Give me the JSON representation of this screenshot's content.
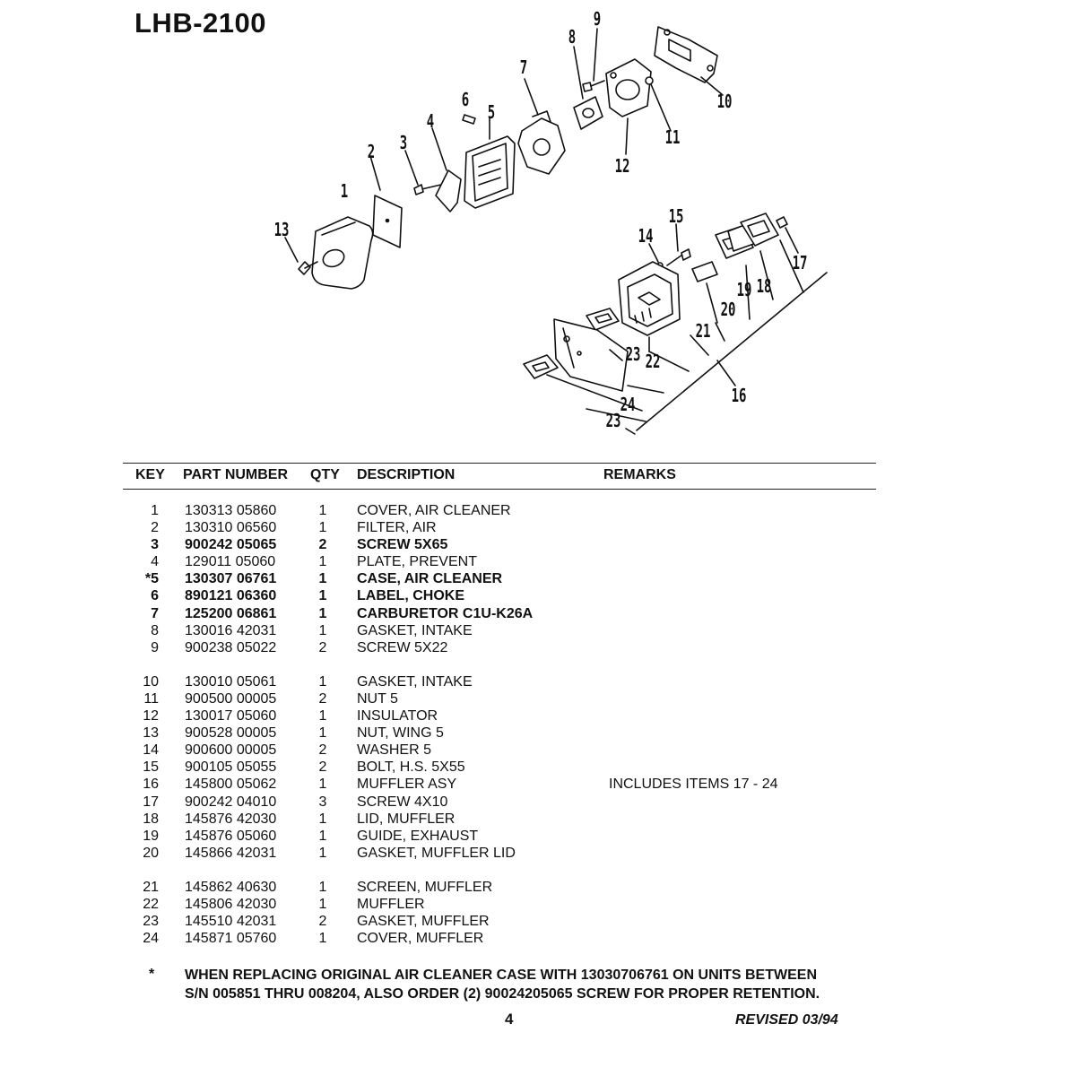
{
  "title": "LHB-2100",
  "diagram": {
    "callouts": [
      "1",
      "2",
      "3",
      "4",
      "5",
      "6",
      "7",
      "8",
      "9",
      "10",
      "11",
      "12",
      "13",
      "14",
      "15",
      "16",
      "17",
      "18",
      "19",
      "20",
      "21",
      "22",
      "23",
      "24",
      "23"
    ]
  },
  "table": {
    "headers": {
      "key": "KEY",
      "part_number": "PART NUMBER",
      "qty": "QTY",
      "description": "DESCRIPTION",
      "remarks": "REMARKS"
    },
    "rows": [
      {
        "key": "1",
        "part": "130313 05860",
        "qty": "1",
        "desc": "COVER, AIR CLEANER",
        "remarks": ""
      },
      {
        "key": "2",
        "part": "130310 06560",
        "qty": "1",
        "desc": "FILTER, AIR",
        "remarks": ""
      },
      {
        "key": "3",
        "part": "900242 05065",
        "qty": "2",
        "desc": "SCREW  5X65",
        "remarks": ""
      },
      {
        "key": "4",
        "part": "129011 05060",
        "qty": "1",
        "desc": "PLATE, PREVENT",
        "remarks": ""
      },
      {
        "key": "*5",
        "part": "130307 06761",
        "qty": "1",
        "desc": "CASE, AIR CLEANER",
        "remarks": ""
      },
      {
        "key": "6",
        "part": "890121 06360",
        "qty": "1",
        "desc": "LABEL, CHOKE",
        "remarks": ""
      },
      {
        "key": "7",
        "part": "125200 06861",
        "qty": "1",
        "desc": "CARBURETOR  C1U-K26A",
        "remarks": ""
      },
      {
        "key": "8",
        "part": "130016 42031",
        "qty": "1",
        "desc": "GASKET, INTAKE",
        "remarks": ""
      },
      {
        "key": "9",
        "part": "900238 05022",
        "qty": "2",
        "desc": "SCREW  5X22",
        "remarks": ""
      },
      {
        "key": "10",
        "part": "130010 05061",
        "qty": "1",
        "desc": "GASKET, INTAKE",
        "remarks": ""
      },
      {
        "key": "11",
        "part": "900500 00005",
        "qty": "2",
        "desc": "NUT  5",
        "remarks": ""
      },
      {
        "key": "12",
        "part": "130017 05060",
        "qty": "1",
        "desc": "INSULATOR",
        "remarks": ""
      },
      {
        "key": "13",
        "part": "900528 00005",
        "qty": "1",
        "desc": " NUT, WING  5",
        "remarks": ""
      },
      {
        "key": "14",
        "part": "900600 00005",
        "qty": "2",
        "desc": "WASHER  5",
        "remarks": ""
      },
      {
        "key": "15",
        "part": "900105 05055",
        "qty": "2",
        "desc": "BOLT, H.S.  5X55",
        "remarks": ""
      },
      {
        "key": "16",
        "part": "145800 05062",
        "qty": "1",
        "desc": "MUFFLER ASY",
        "remarks": "INCLUDES ITEMS 17 - 24"
      },
      {
        "key": "17",
        "part": "900242 04010",
        "qty": "3",
        "desc": "SCREW  4X10",
        "remarks": ""
      },
      {
        "key": "18",
        "part": "145876 42030",
        "qty": "1",
        "desc": "LID, MUFFLER",
        "remarks": ""
      },
      {
        "key": "19",
        "part": "145876 05060",
        "qty": "1",
        "desc": "GUIDE, EXHAUST",
        "remarks": ""
      },
      {
        "key": "20",
        "part": "145866 42031",
        "qty": "1",
        "desc": "GASKET, MUFFLER LID",
        "remarks": ""
      },
      {
        "key": "21",
        "part": "145862 40630",
        "qty": "1",
        "desc": "SCREEN, MUFFLER",
        "remarks": ""
      },
      {
        "key": "22",
        "part": "145806 42030",
        "qty": "1",
        "desc": "MUFFLER",
        "remarks": ""
      },
      {
        "key": "23",
        "part": "145510 42031",
        "qty": "2",
        "desc": "GASKET, MUFFLER",
        "remarks": ""
      },
      {
        "key": "24",
        "part": "145871 05760",
        "qty": "1",
        "desc": "COVER, MUFFLER",
        "remarks": ""
      }
    ]
  },
  "footnote": {
    "marker": "*",
    "line1": "WHEN REPLACING ORIGINAL AIR CLEANER CASE WITH 13030706761 ON UNITS BETWEEN",
    "line2": "S/N 005851 THRU 008204, ALSO ORDER (2) 90024205065 SCREW FOR PROPER RETENTION."
  },
  "page_number": "4",
  "revised": "REVISED 03/94"
}
